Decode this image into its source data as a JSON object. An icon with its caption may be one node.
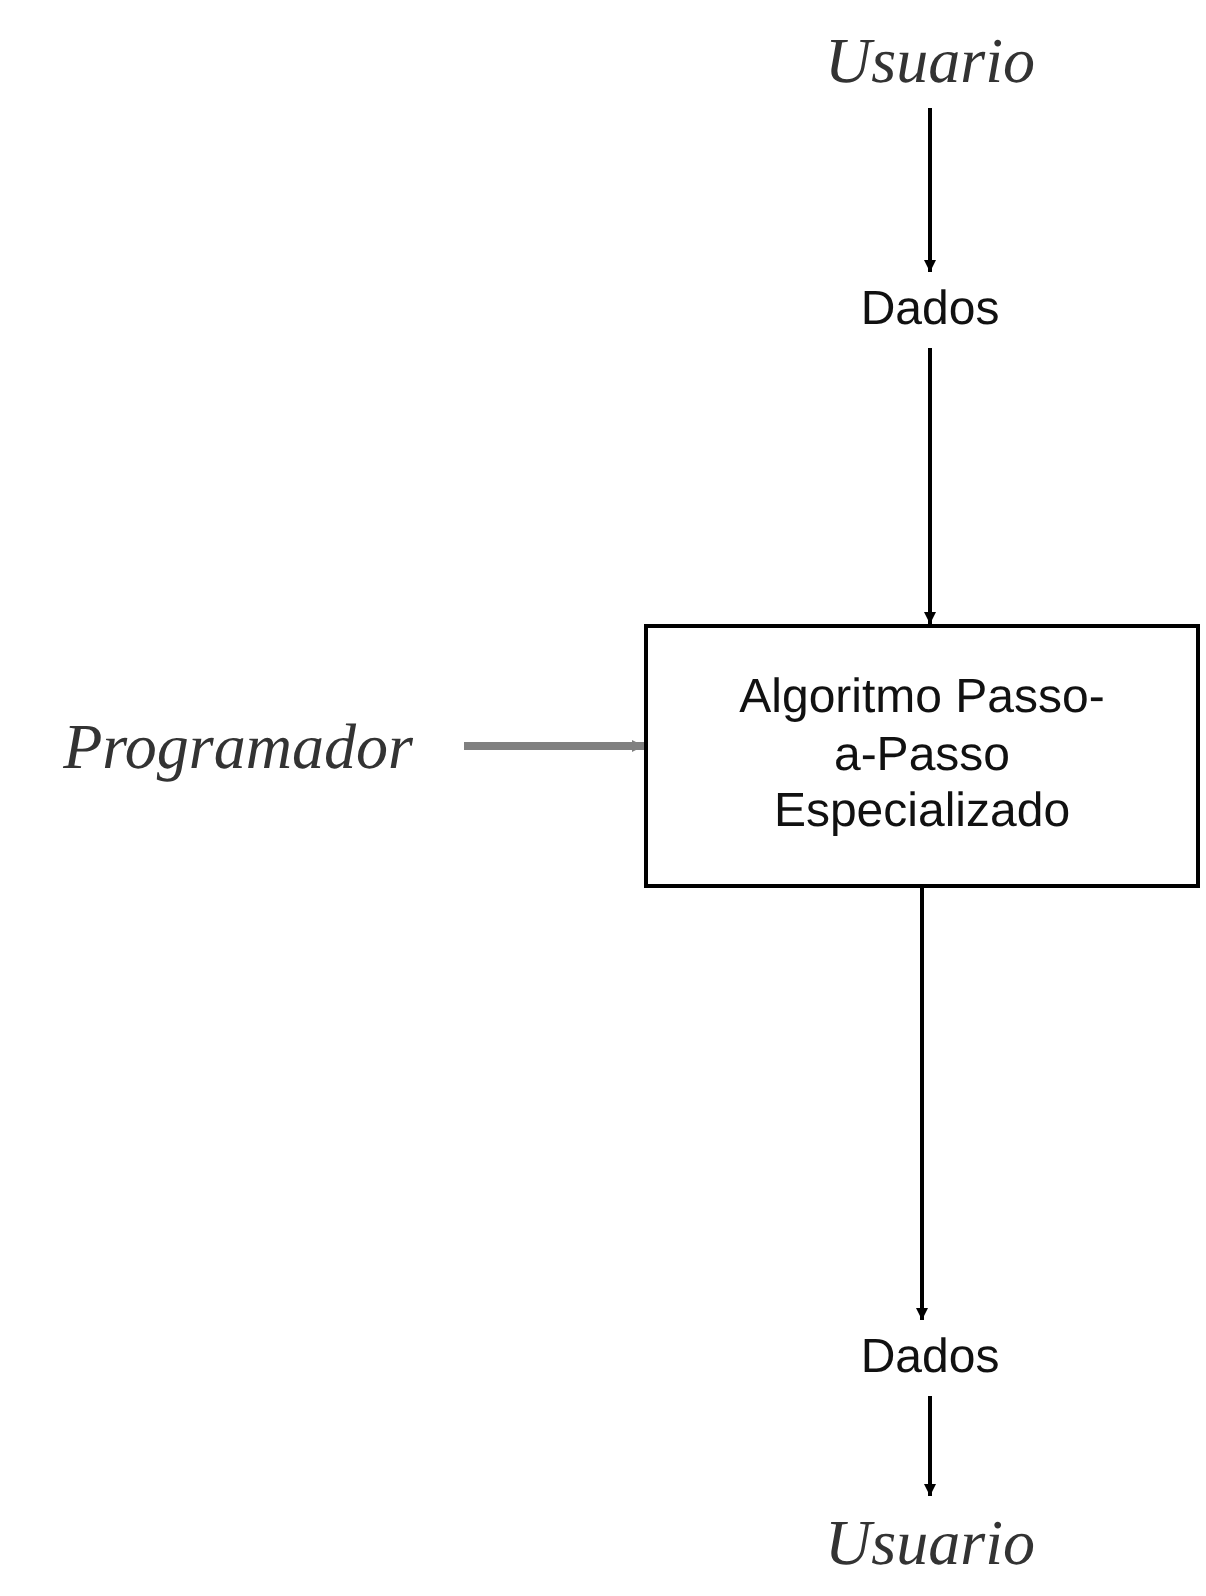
{
  "diagram": {
    "nodes": [
      {
        "text": [
          "Usuario"
        ]
      },
      {
        "text": [
          "Dados"
        ]
      },
      {
        "text": [
          "Algoritmo Passo-a-Passo Especializado"
        ]
      },
      {
        "text": [
          "Programador"
        ]
      },
      {
        "text": [
          "Dados"
        ]
      },
      {
        "text": [
          "Usuario"
        ]
      }
    ],
    "edges": [
      {
        "from": 0,
        "to": 1,
        "arrow": "to"
      },
      {
        "from": 1,
        "to": 2,
        "arrow": "to"
      },
      {
        "from": 3,
        "to": 2,
        "arrow": "to",
        "style": "thick",
        "color": "#808080"
      },
      {
        "from": 2,
        "to": 4,
        "arrow": "to"
      },
      {
        "from": 4,
        "to": 5,
        "arrow": "to"
      }
    ]
  }
}
